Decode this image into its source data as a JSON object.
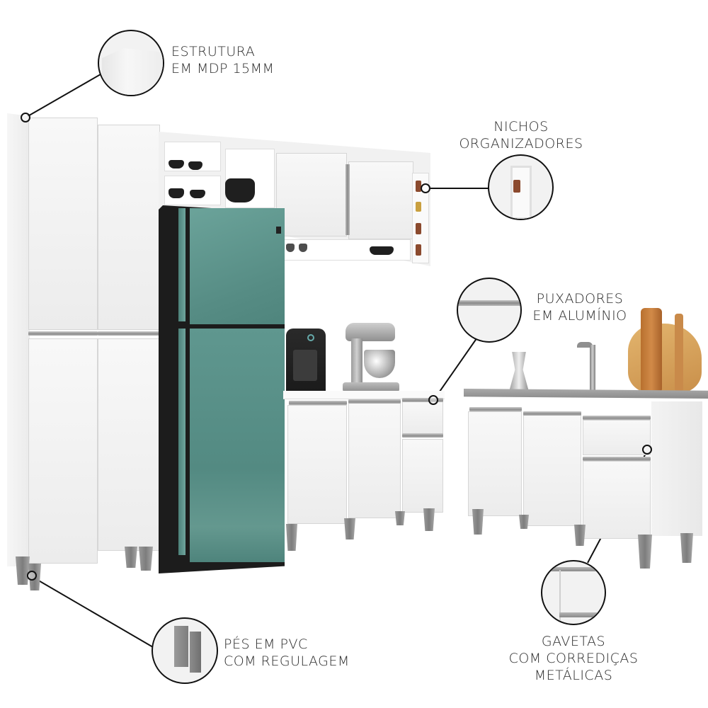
{
  "callouts": [
    {
      "id": "estrutura",
      "lines": [
        "ESTRUTURA",
        "EM MDP 15MM"
      ]
    },
    {
      "id": "nichos",
      "lines": [
        "NICHOS",
        "ORGANIZADORES"
      ]
    },
    {
      "id": "puxadores",
      "lines": [
        "PUXADORES",
        "EM ALUMÍNIO"
      ]
    },
    {
      "id": "pes",
      "lines": [
        "PÉS EM PVC",
        "COM REGULAGEM"
      ]
    },
    {
      "id": "gavetas",
      "lines": [
        "GAVETAS",
        "COM CORREDIÇAS",
        "METÁLICAS"
      ]
    }
  ],
  "colors": {
    "fridge": "#5e968e",
    "fridge_frame": "#1c1c1c",
    "cabinet": "#f3f3f3",
    "aluminium": "#9c9c9c",
    "countertop": "#9a9a9a",
    "wood": "#c98a4a"
  },
  "scene": {
    "items": [
      "tall-pantry-cabinet",
      "wall-cabinet-with-niches",
      "refrigerator",
      "base-cabinet-with-drawer",
      "sink-cabinet",
      "coffee-maker",
      "stand-mixer",
      "moka-pot",
      "faucet",
      "cutting-boards"
    ]
  }
}
